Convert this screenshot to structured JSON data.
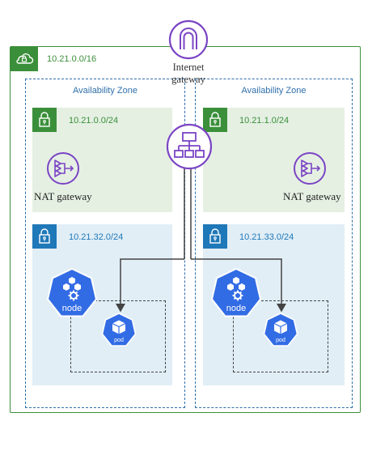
{
  "vpc": {
    "cidr": "10.21.0.0/16"
  },
  "internet_gateway": {
    "label_line1": "Internet",
    "label_line2": "gateway"
  },
  "availability_zones": [
    {
      "label": "Availability Zone",
      "public_subnet": "10.21.0.0/24",
      "private_subnet": "10.21.32.0/24",
      "nat_gateway_label": "NAT gateway",
      "node_label": "node",
      "pod_label": "pod"
    },
    {
      "label": "Availability Zone",
      "public_subnet": "10.21.1.0/24",
      "private_subnet": "10.21.33.0/24",
      "nat_gateway_label": "NAT gateway",
      "node_label": "node",
      "pod_label": "pod"
    }
  ],
  "colors": {
    "vpc_green": "#3b8f3a",
    "az_blue": "#2f6faa",
    "private_blue": "#1f78b8",
    "public_bg": "#e5f0e3",
    "private_bg": "#e1eef6",
    "gateway_purple": "#7b45c4",
    "k8s_blue": "#326ce5"
  }
}
